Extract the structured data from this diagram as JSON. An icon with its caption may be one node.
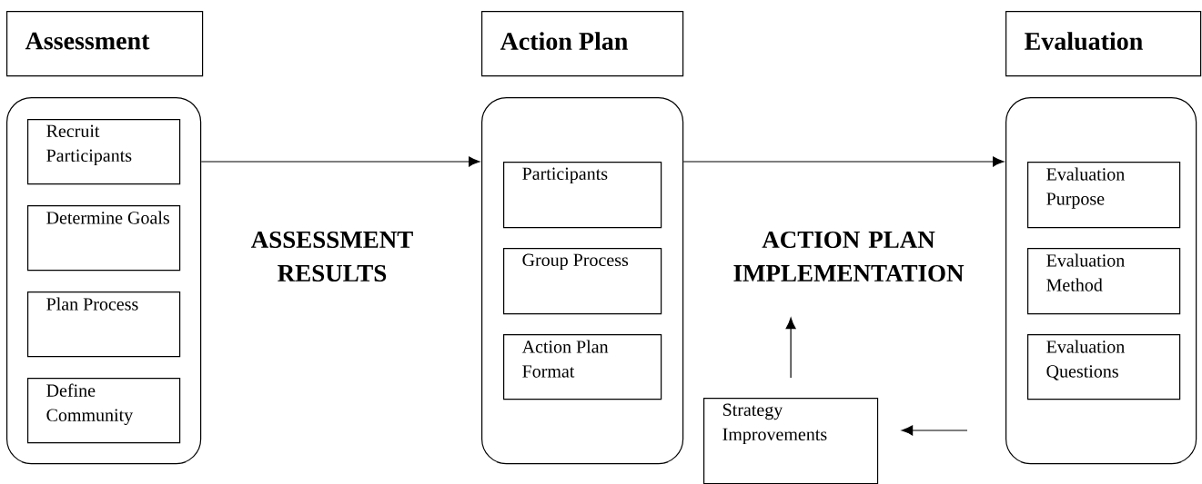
{
  "diagram": {
    "nodes": [
      {
        "text": [
          "Assessment"
        ]
      },
      {
        "text": [],
        "shape": "box"
      },
      {
        "text": [
          "Recruit Participants"
        ],
        "in": 1
      },
      {
        "text": [
          "Determine Goals"
        ],
        "in": 1
      },
      {
        "text": [
          "Plan Process"
        ],
        "in": 1
      },
      {
        "text": [
          "Define Community"
        ],
        "in": 1
      },
      {
        "text": [
          "ASSESSMENT RESULTS"
        ]
      },
      {
        "text": [
          "Action Plan"
        ]
      },
      {
        "text": [],
        "shape": "box"
      },
      {
        "text": [
          "Participants"
        ],
        "in": 8
      },
      {
        "text": [
          "Group Process"
        ],
        "in": 8
      },
      {
        "text": [
          "Action Plan Format"
        ],
        "in": 8
      },
      {
        "text": [
          "ACTION PLAN IMPLEMENTATION"
        ]
      },
      {
        "text": [
          "Evaluation"
        ]
      },
      {
        "text": [],
        "shape": "box"
      },
      {
        "text": [
          "Evaluation Purpose"
        ],
        "in": 14
      },
      {
        "text": [
          "Evaluation Method"
        ],
        "in": 14
      },
      {
        "text": [
          "Evaluation Questions"
        ],
        "in": 14
      },
      {
        "text": [
          "Strategy Improvements"
        ]
      }
    ],
    "edges": [
      {
        "from": 1,
        "to": 8,
        "arrow": "to"
      },
      {
        "from": 8,
        "to": 14,
        "arrow": "to"
      },
      {
        "from": 18,
        "to": 12,
        "arrow": "to"
      },
      {
        "from": 14,
        "to": 18,
        "arrow": "to"
      }
    ]
  }
}
